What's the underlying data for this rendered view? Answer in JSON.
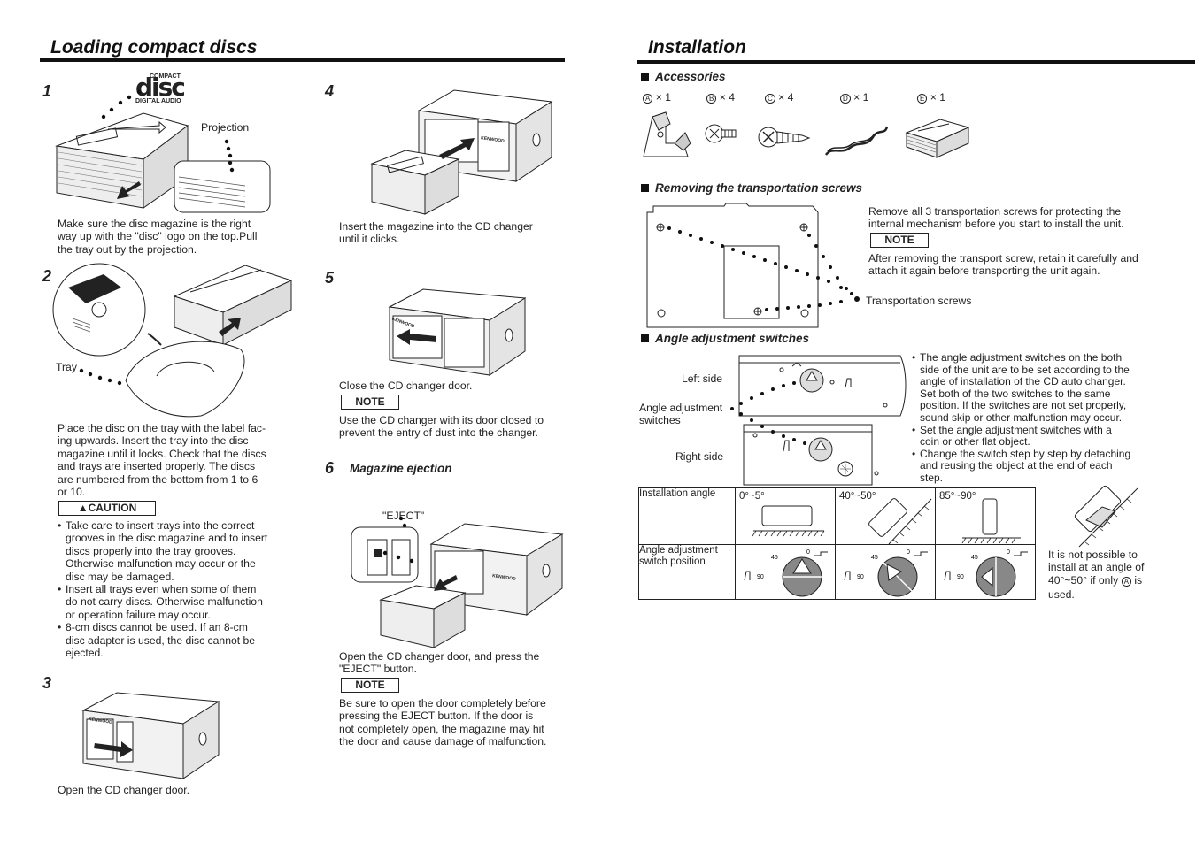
{
  "left": {
    "title": "Loading compact discs",
    "steps": [
      {
        "num": "1",
        "projection_label": "Projection",
        "logo_top": "COMPACT",
        "logo_mid": "disc",
        "logo_bottom": "DIGITAL AUDIO",
        "text": [
          "Make sure the disc magazine is the right",
          "way up with the \"disc\" logo on the top.Pull",
          "the tray out by the projection."
        ]
      },
      {
        "num": "2",
        "tray_label": "Tray",
        "text": [
          "Place the disc on the tray with the label fac-",
          "ing upwards. Insert the tray into the disc",
          "magazine until it locks. Check that the discs",
          "and trays are inserted properly. The discs",
          "are numbered from the bottom from 1 to 6",
          "or 10."
        ],
        "caution_label": "CAUTION",
        "caution_items": [
          [
            "Take care to insert trays into the correct",
            "grooves in the disc magazine and to insert",
            "discs properly into the tray grooves.",
            "Otherwise malfunction may occur or the",
            "disc may be damaged."
          ],
          [
            "Insert all trays even when some of them",
            "do not carry discs. Otherwise malfunction",
            "or operation failure may occur."
          ],
          [
            "8-cm discs cannot be used.  If an 8-cm",
            "disc adapter is used, the disc cannot be",
            "ejected."
          ]
        ]
      },
      {
        "num": "3",
        "text": [
          "Open the CD changer door."
        ]
      },
      {
        "num": "4",
        "text": [
          "Insert the magazine into the CD changer",
          "until it clicks."
        ]
      },
      {
        "num": "5",
        "text": [
          "Close the CD changer door."
        ],
        "note_label": "NOTE",
        "note_text": [
          "Use the CD changer with its door closed to",
          "prevent the entry of dust into the changer."
        ]
      },
      {
        "num": "6",
        "heading": "Magazine ejection",
        "eject_label": "\"EJECT\"",
        "text": [
          "Open the CD changer door, and press the",
          "\"EJECT\" button."
        ],
        "note_label": "NOTE",
        "note_text": [
          "Be sure to open the door completely before",
          "pressing the EJECT button. If the door is",
          "not completely open, the magazine may hit",
          "the door and cause damage of malfunction."
        ]
      }
    ],
    "brand": "KENWOOD"
  },
  "right": {
    "title": "Installation",
    "accessories": {
      "heading": "Accessories",
      "items": [
        {
          "mark": "A",
          "qty": "× 1"
        },
        {
          "mark": "B",
          "qty": "× 4"
        },
        {
          "mark": "C",
          "qty": "× 4"
        },
        {
          "mark": "D",
          "qty": "× 1"
        },
        {
          "mark": "E",
          "qty": "× 1"
        }
      ]
    },
    "screws": {
      "heading": "Removing the transportation screws",
      "text": [
        "Remove all 3 transportation screws for protecting the",
        "internal mechanism before you start to install the unit."
      ],
      "note_label": "NOTE",
      "note_text": [
        "After removing the transport screw, retain it carefully and",
        "attach it again before transporting the unit again."
      ],
      "callout": "Transportation screws"
    },
    "switches": {
      "heading": "Angle adjustment switches",
      "left_side": "Left side",
      "angle_label_1": "Angle adjustment",
      "angle_label_2": "switches",
      "right_side": "Right side",
      "bullets": [
        [
          "The angle adjustment switches on the both",
          "side of the unit are to be set according to the",
          "angle of installation of the CD auto changer.",
          "Set both of the two switches to the same",
          "position. If the switches are not set properly,",
          "sound skip or other malfunction may occur."
        ],
        [
          "Set the angle adjustment switches with a",
          "coin or other flat object."
        ],
        [
          "Change the switch step by step by detaching",
          "and reusing the object at the end of each",
          "step."
        ]
      ]
    },
    "table": {
      "row1_label": "Installation angle",
      "row2_label_1": "Angle adjustment",
      "row2_label_2": "switch position",
      "angles": [
        "0°~5°",
        "40°~50°",
        "85°~90°"
      ],
      "dial_labels": {
        "a": "45",
        "b": "90",
        "c": "0"
      },
      "side_note": [
        "It is not possible to",
        "install at an angle of",
        "40°~50° if only",
        "is",
        "used."
      ],
      "side_note_mark": "A"
    }
  }
}
